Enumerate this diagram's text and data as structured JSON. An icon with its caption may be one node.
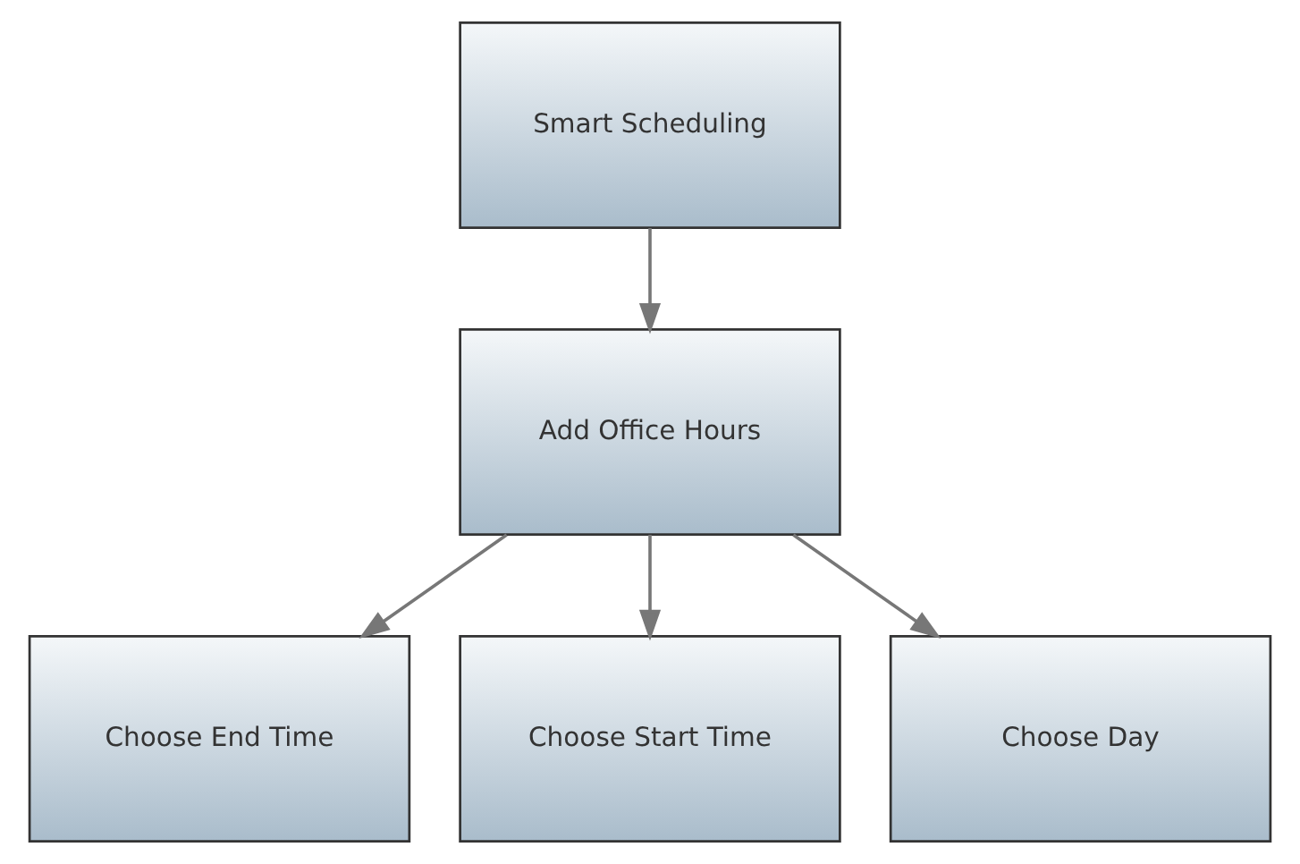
{
  "diagram": {
    "nodes": [
      {
        "text": [
          "Smart Scheduling"
        ]
      },
      {
        "text": [
          "Add Office Hours"
        ]
      },
      {
        "text": [
          "Choose End Time"
        ]
      },
      {
        "text": [
          "Choose Start Time"
        ]
      },
      {
        "text": [
          "Choose Day"
        ]
      }
    ],
    "edges": [
      {
        "from": 0,
        "to": 1,
        "arrow": "to"
      },
      {
        "from": 1,
        "to": 2,
        "arrow": "to"
      },
      {
        "from": 1,
        "to": 3,
        "arrow": "to"
      },
      {
        "from": 1,
        "to": 4,
        "arrow": "to"
      }
    ]
  }
}
